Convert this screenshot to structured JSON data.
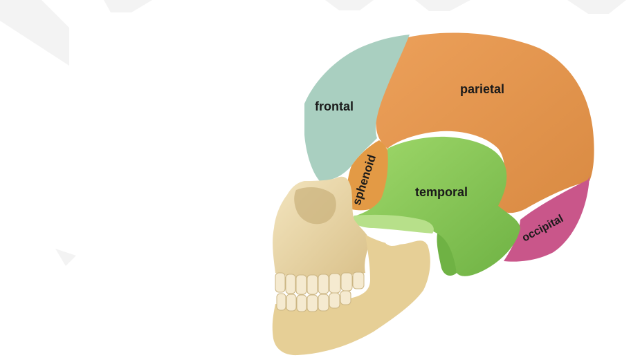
{
  "labels": {
    "frontal": "frontal",
    "parietal": "parietal",
    "sphenoid": "sphenoid",
    "temporal": "temporal",
    "occipital": "occipital"
  },
  "colors": {
    "frontal": "#a9cfc0",
    "parietal": "#e79a52",
    "sphenoid": "#e39a45",
    "temporal": "#8fd05a",
    "occipital": "#c9568a",
    "face": "#ecd9a8",
    "jaw": "#e6cf96"
  }
}
